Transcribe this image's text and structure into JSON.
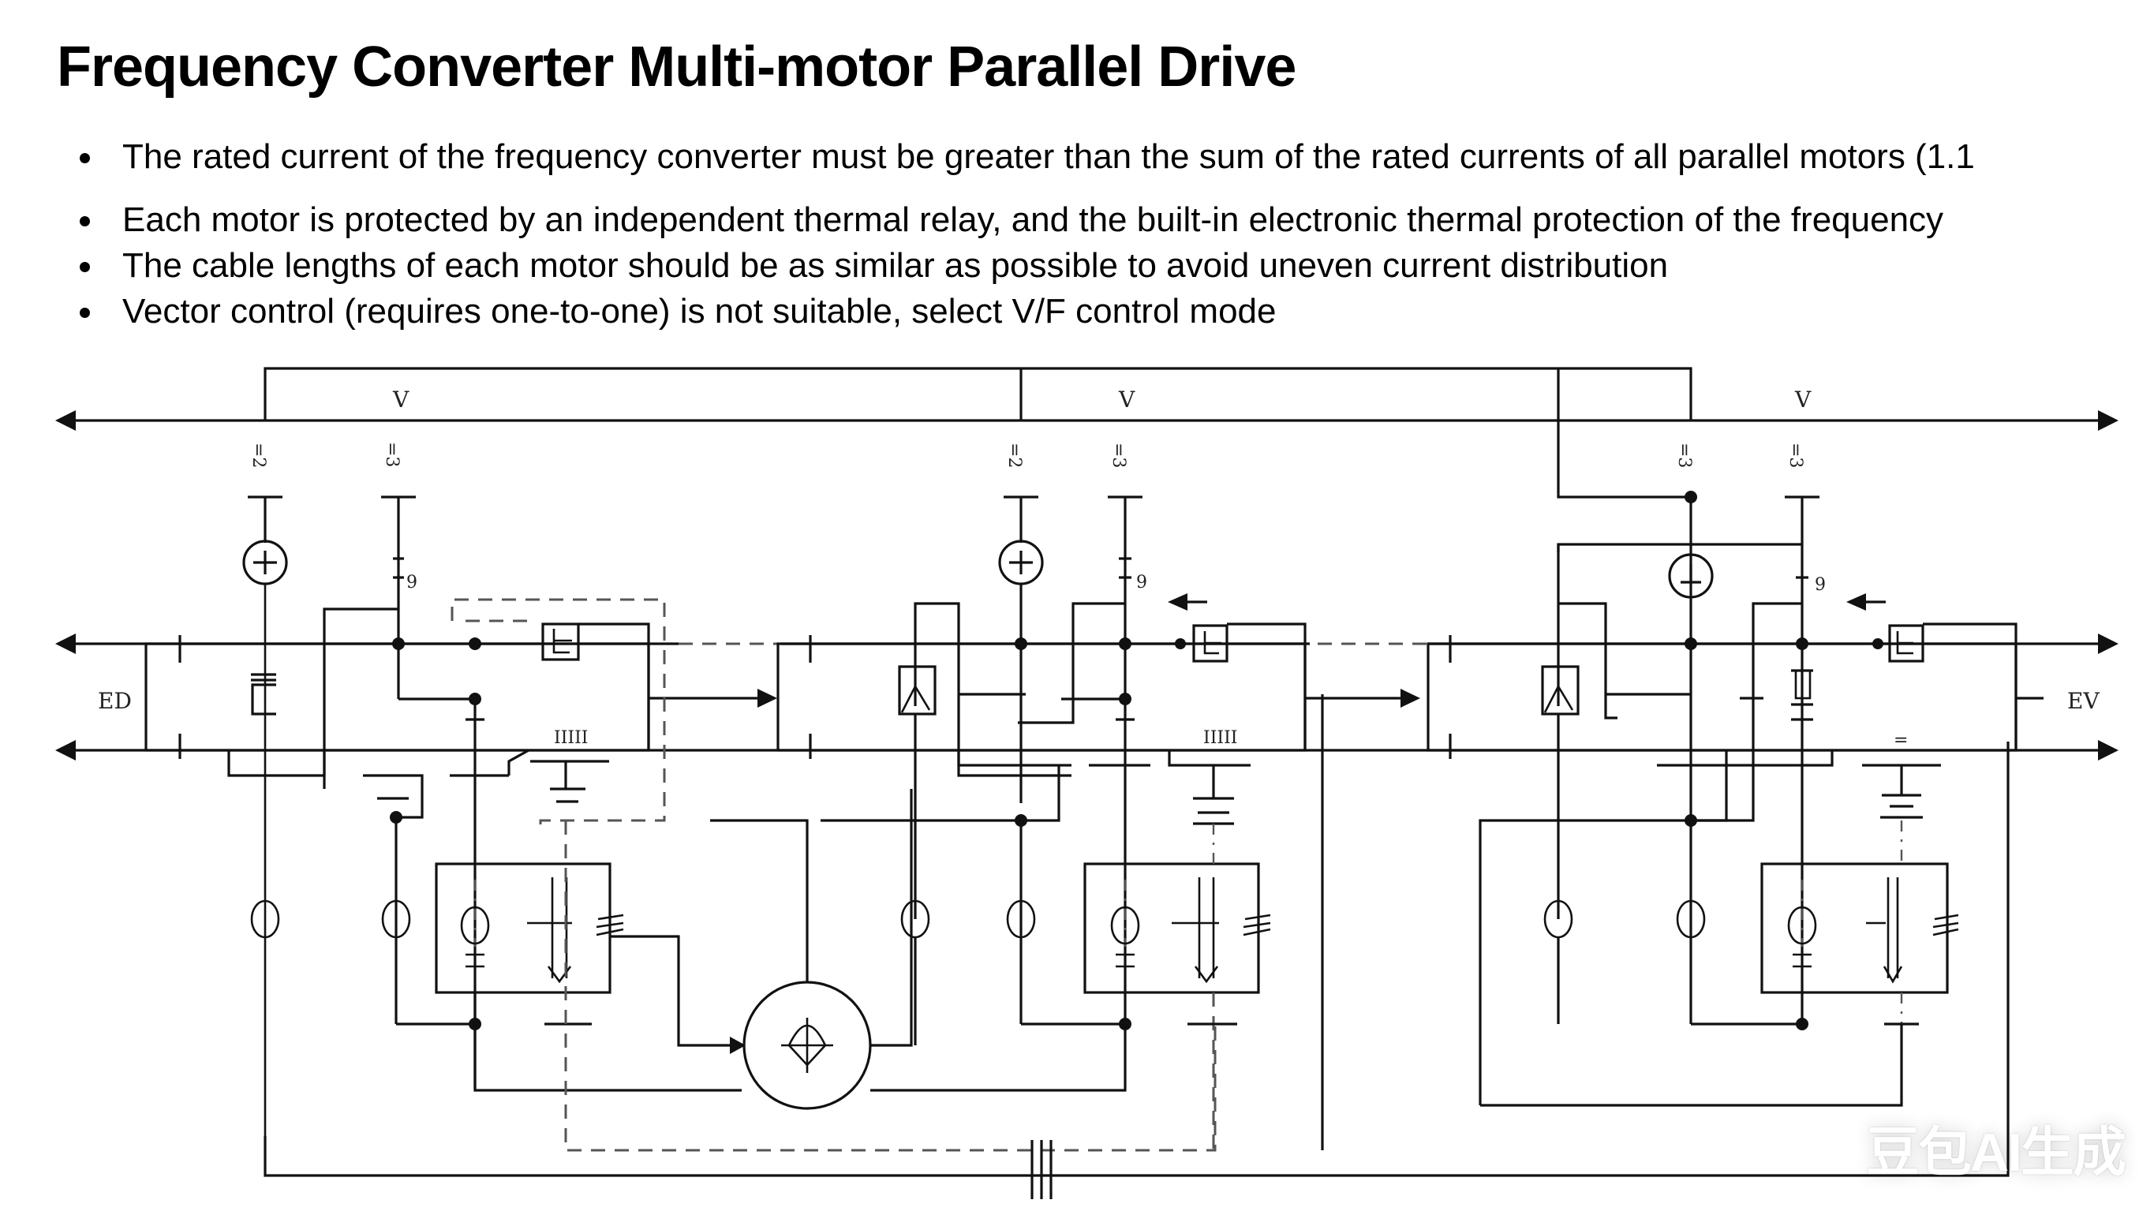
{
  "title": "Frequency Converter Multi-motor Parallel Drive",
  "bullets": [
    "The rated current of the frequency converter must be greater than the sum of the rated currents of all parallel motors (1.1",
    "Each motor is protected by an independent thermal relay, and the built-in electronic thermal protection of the frequency",
    "The cable lengths of each motor should be as similar as possible to avoid uneven current distribution",
    "Vector control (requires one-to-one) is not suitable, select V/F control mode"
  ],
  "diagram": {
    "bus_labels": {
      "left": "ED",
      "right": "EV"
    },
    "sections": [
      {
        "top_label": "V",
        "terminal_labels": [
          "=2",
          "=3"
        ],
        "resistor_label": "9"
      },
      {
        "top_label": "V",
        "terminal_labels": [
          "=2",
          "=3"
        ],
        "resistor_label": "9"
      },
      {
        "top_label": "V",
        "terminal_labels": [
          "=3",
          "=3"
        ],
        "resistor_label": "9"
      }
    ],
    "box_marks": [
      "IIIII",
      "IIIII",
      "="
    ]
  },
  "watermark": "豆包AI生成"
}
